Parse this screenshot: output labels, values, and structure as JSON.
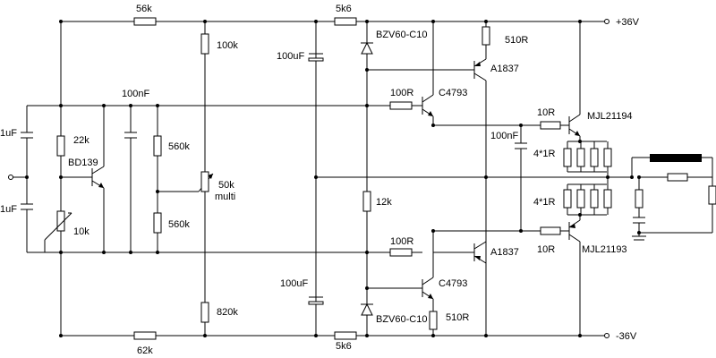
{
  "schematic": {
    "rails": {
      "positive": "+36V",
      "negative": "-36V"
    },
    "resistors": {
      "top_feedback": "56k",
      "bottom_feedback": "62k",
      "top_zener_feed": "5k6",
      "bottom_zener_feed": "5k6",
      "divider_top": "100k",
      "divider_mid1": "560k",
      "divider_mid2": "560k",
      "divider_bottom": "820k",
      "bias_upper": "22k",
      "bias_pot": "10k",
      "trim_pot_value": "50k",
      "trim_pot_note": "multi",
      "vas_link": "12k",
      "upper_emitter": "510R",
      "lower_emitter": "510R",
      "upper_base": "100R",
      "lower_base": "100R",
      "upper_out_base": "10R",
      "lower_out_base": "10R",
      "upper_emitter_bank": "4*1R",
      "lower_emitter_bank": "4*1R"
    },
    "capacitors": {
      "input_top": "1uF",
      "input_bottom": "1uF",
      "bias_bypass": "100nF",
      "rail_top": "100uF",
      "rail_bottom": "100uF",
      "driver_bypass": "100nF"
    },
    "semiconductors": {
      "vbe_multiplier": "BD139",
      "upper_zener": "BZV60-C10",
      "lower_zener": "BZV60-C10",
      "upper_driver": "C4793",
      "lower_driver": "C4793",
      "upper_predriver": "A1837",
      "lower_predriver": "A1837",
      "upper_output": "MJL21194",
      "lower_output": "MJL21193"
    }
  }
}
